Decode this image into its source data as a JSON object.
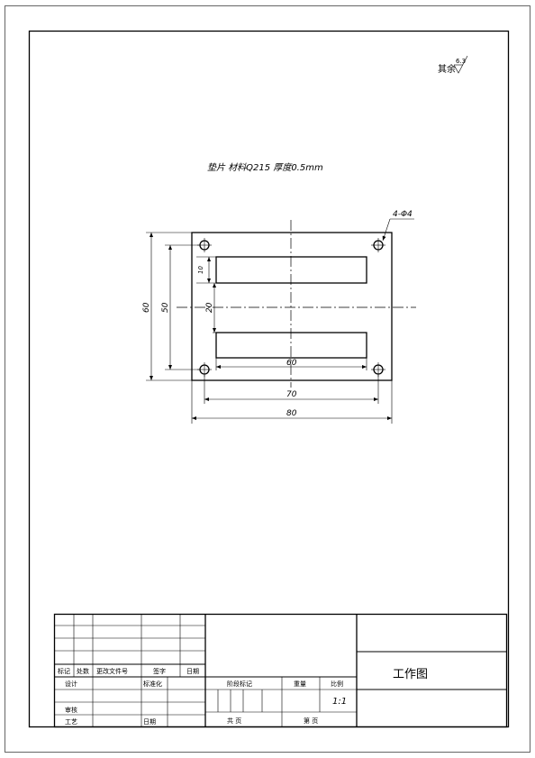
{
  "surface_finish": {
    "label": "其余",
    "value": "6.3"
  },
  "part_note": "垫片 材料Q215 厚度0.5mm",
  "hole_callout": "4-Φ4",
  "dimensions": {
    "slot_length": "60",
    "hole_spacing_x": "70",
    "overall_width": "80",
    "overall_height": "60",
    "hole_spacing_y": "50",
    "slot_gap": "20",
    "slot_width": "10"
  },
  "title_block": {
    "title": "工作图",
    "scale": "1:1",
    "rev_headers": [
      "标记",
      "处数",
      "更改文件号",
      "签字",
      "日期"
    ],
    "design_label": "设计",
    "standardize_label": "标准化",
    "stage_mark_label": "阶段标记",
    "weight_label": "重量",
    "scale_label": "比例",
    "check_label": "审核",
    "process_label": "工艺",
    "date_label": "日期",
    "total_sheets_label": "共 页",
    "sheet_no_label": "第 页"
  }
}
